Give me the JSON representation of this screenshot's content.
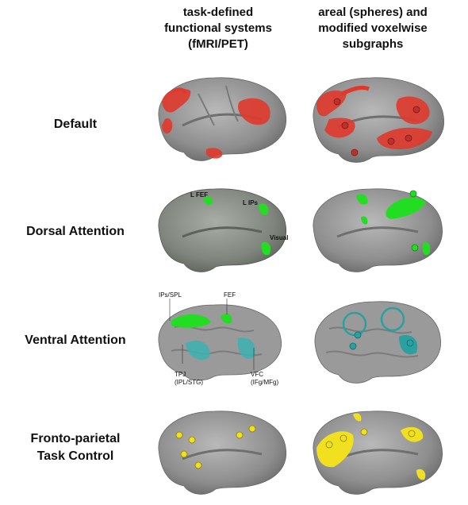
{
  "headers": {
    "left": [
      "task-defined",
      "functional systems",
      "(fMRI/PET)"
    ],
    "right": [
      "areal (spheres) and",
      "modified voxelwise",
      "subgraphs"
    ]
  },
  "rows": [
    {
      "label": [
        "Default"
      ],
      "color": "#e0392b"
    },
    {
      "label": [
        "Dorsal Attention"
      ],
      "color": "#22dd22"
    },
    {
      "label": [
        "Ventral Attention"
      ],
      "color": "#2aa0a0"
    },
    {
      "label": [
        "Fronto-parietal",
        "Task Control"
      ],
      "color": "#f0e020"
    }
  ],
  "annotations": {
    "dorsal": {
      "lfef": "L FEF",
      "lips": "L IPs",
      "visual": "Visual"
    },
    "ventral": {
      "ips_spl": "IPs/SPL",
      "fef": "FEF",
      "tpj": "TPJ",
      "tpj_sub": "(IPL/STG)",
      "vfc": "VFC",
      "vfc_sub": "(IFg/MFg)"
    }
  }
}
